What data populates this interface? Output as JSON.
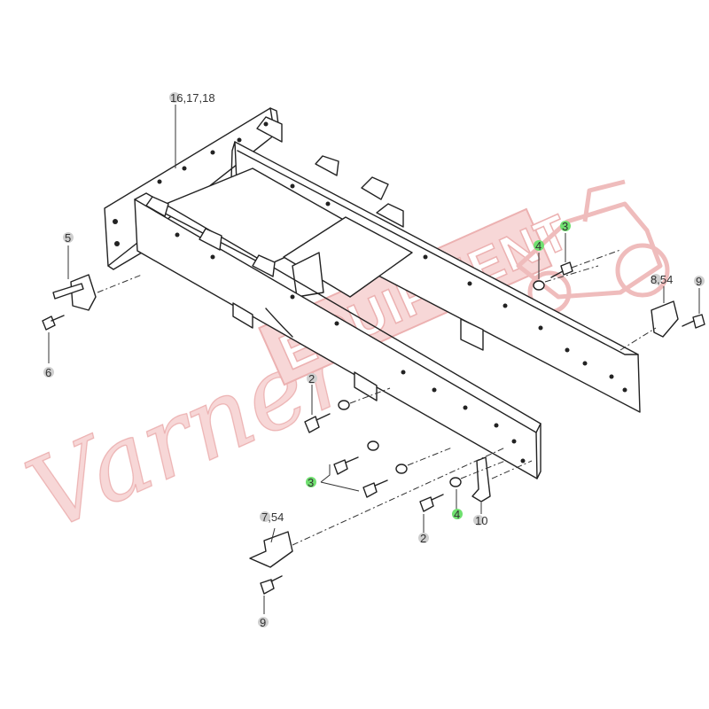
{
  "diagram": {
    "watermark_colors": {
      "fill": "#f3cccc",
      "stroke": "#e9a4a4"
    },
    "callout_colors": {
      "gray": "#cfcfcf",
      "green": "#6fe06f",
      "text": "#333333"
    },
    "callouts": [
      {
        "id": "c1",
        "text": "16,17,18",
        "color": "gray"
      },
      {
        "id": "c2",
        "text": "5",
        "color": "gray"
      },
      {
        "id": "c3",
        "text": "6",
        "color": "gray"
      },
      {
        "id": "c4",
        "text": "3",
        "color": "green"
      },
      {
        "id": "c5",
        "text": "4",
        "color": "green"
      },
      {
        "id": "c6",
        "text": "8,54",
        "color": "gray"
      },
      {
        "id": "c7",
        "text": "9",
        "color": "gray"
      },
      {
        "id": "c8",
        "text": "2",
        "color": "gray"
      },
      {
        "id": "c9",
        "text": "3",
        "color": "green"
      },
      {
        "id": "c10",
        "text": "2",
        "color": "gray"
      },
      {
        "id": "c11",
        "text": "4",
        "color": "green"
      },
      {
        "id": "c12",
        "text": "10",
        "color": "gray"
      },
      {
        "id": "c13",
        "text": "7,54",
        "color": "gray"
      },
      {
        "id": "c14",
        "text": "9",
        "color": "gray"
      }
    ]
  }
}
